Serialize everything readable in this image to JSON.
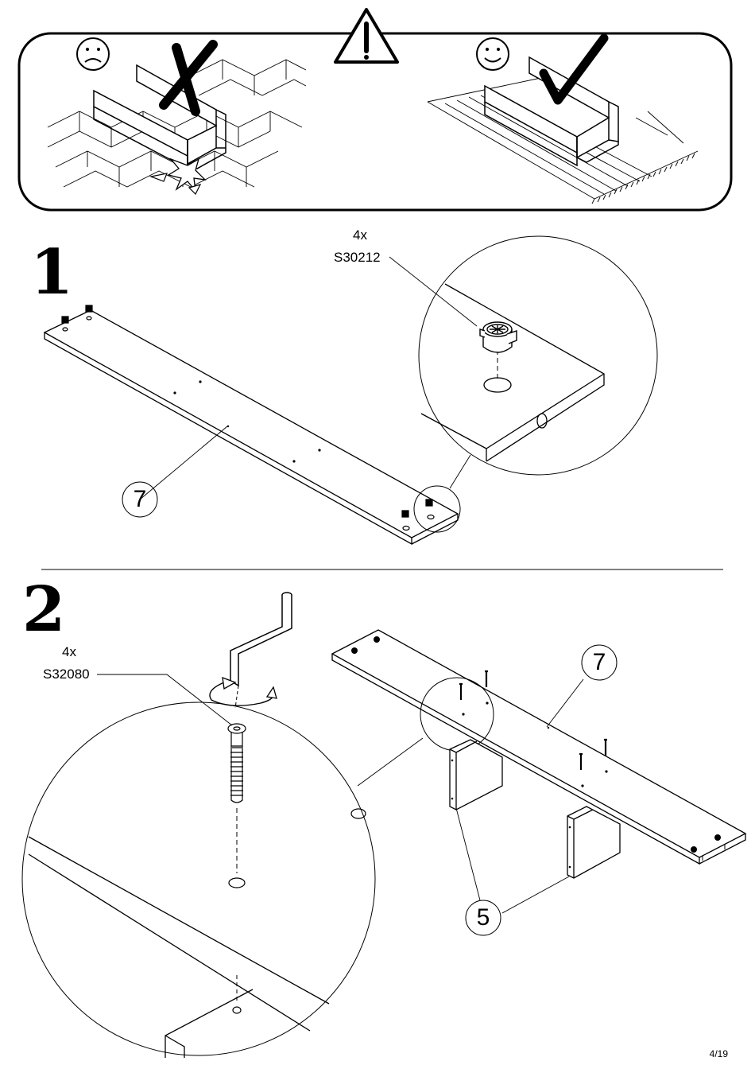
{
  "warning": {
    "bad_example": "sad-face-icon",
    "good_example": "happy-face-icon",
    "symbol": "warning-triangle-icon"
  },
  "step1": {
    "number": "1",
    "quantity": "4x",
    "part_code": "S30212",
    "callout_part": "7"
  },
  "step2": {
    "number": "2",
    "quantity": "4x",
    "part_code": "S32080",
    "callout_part_top": "7",
    "callout_part_legs": "5"
  },
  "footer": {
    "page": "4/19"
  }
}
